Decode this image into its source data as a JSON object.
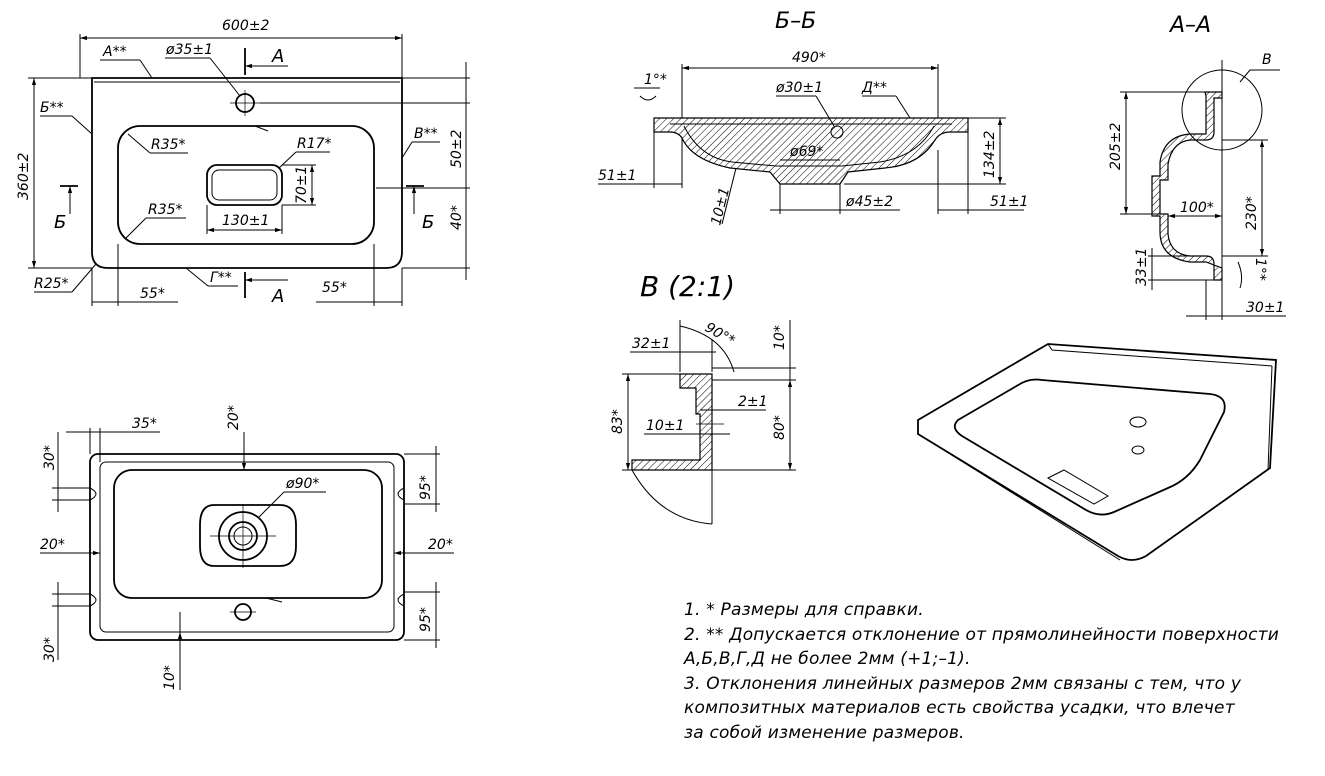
{
  "views": {
    "top": {
      "dims": {
        "width": "600±2",
        "a_mark": "A**",
        "hole": "ø35±1",
        "section_a": "A",
        "b_mark": "Б**",
        "v_mark": "В**",
        "r35a": "R35*",
        "r17": "R17*",
        "d50": "50±2",
        "height": "360±2",
        "section_b": "Б",
        "d70": "70±1",
        "d40": "40*",
        "r35b": "R35*",
        "d130": "130±1",
        "r25": "R25*",
        "g_mark": "Г**",
        "d55a": "55*",
        "d55b": "55*"
      }
    },
    "bottom": {
      "dims": {
        "d35": "35*",
        "d20top": "20*",
        "d30a": "30*",
        "d90": "ø90*",
        "d95a": "95*",
        "d20left": "20*",
        "d20right": "20*",
        "d95b": "95*",
        "d30b": "30*",
        "d10": "10*"
      }
    },
    "section_bb": {
      "title": "Б–Б",
      "dims": {
        "angle": "1°*",
        "d490": "490*",
        "d30": "ø30±1",
        "d_mark": "Д**",
        "d69": "ø69*",
        "d134": "134±2",
        "d51a": "51±1",
        "d10": "10±1",
        "d45": "ø45±2",
        "d51b": "51±1"
      }
    },
    "section_aa": {
      "title": "А–А",
      "dims": {
        "v_ref": "В",
        "d205": "205±2",
        "d230": "230*",
        "d100": "100*",
        "d33": "33±1",
        "angle": "1°*",
        "d30": "30±1"
      }
    },
    "detail_v": {
      "title": "В (2:1)",
      "dims": {
        "d32": "32±1",
        "angle": "90°*",
        "d10top": "10*",
        "d83": "83*",
        "d2": "2±1",
        "d10": "10±1",
        "d80": "80*"
      }
    }
  },
  "notes": [
    "1. * Размеры для справки.",
    "2. ** Допускается отклонение от прямолинейности поверхности",
    "А,Б,В,Г,Д не более 2мм (+1;–1).",
    "3. Отклонения линейных размеров 2мм связаны с тем, что у",
    "композитных материалов есть свойства усадки, что влечет",
    "за собой изменение размеров."
  ]
}
